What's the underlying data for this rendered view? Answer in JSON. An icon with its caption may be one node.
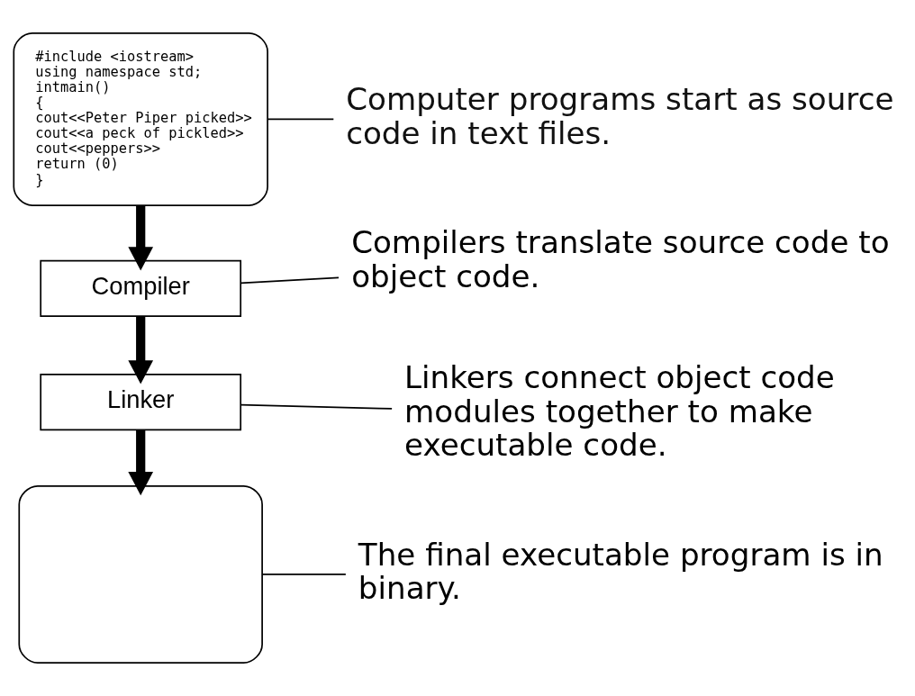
{
  "diagram": {
    "nodes": [
      {
        "text": [
          "#include <iostream>",
          "using namespace std;",
          "intmain()",
          "{",
          "cout<<Peter Piper picked>>",
          "cout<<a peck of pickled>>",
          "cout<<peppers>>",
          "return (0)",
          "}"
        ]
      },
      {
        "text": [
          "Compiler"
        ]
      },
      {
        "text": [
          "Linker"
        ]
      },
      {
        "text": [],
        "shape": "box"
      },
      {
        "text": [
          "Computer programs start as source code in text files."
        ]
      },
      {
        "text": [
          "Compilers translate source code to object code."
        ]
      },
      {
        "text": [
          "Linkers connect object code modules together to make executable code."
        ]
      },
      {
        "text": [
          "The final executable program is in binary."
        ]
      }
    ],
    "edges": [
      {
        "from": 0,
        "to": 1,
        "arrow": "to",
        "style": "thick"
      },
      {
        "from": 1,
        "to": 2,
        "arrow": "to",
        "style": "thick"
      },
      {
        "from": 2,
        "to": 3,
        "arrow": "to",
        "style": "thick"
      },
      {
        "from": 4,
        "to": 0,
        "arrow": "none"
      },
      {
        "from": 5,
        "to": 1,
        "arrow": "none"
      },
      {
        "from": 6,
        "to": 2,
        "arrow": "none"
      },
      {
        "from": 7,
        "to": 3,
        "arrow": "none"
      }
    ]
  }
}
